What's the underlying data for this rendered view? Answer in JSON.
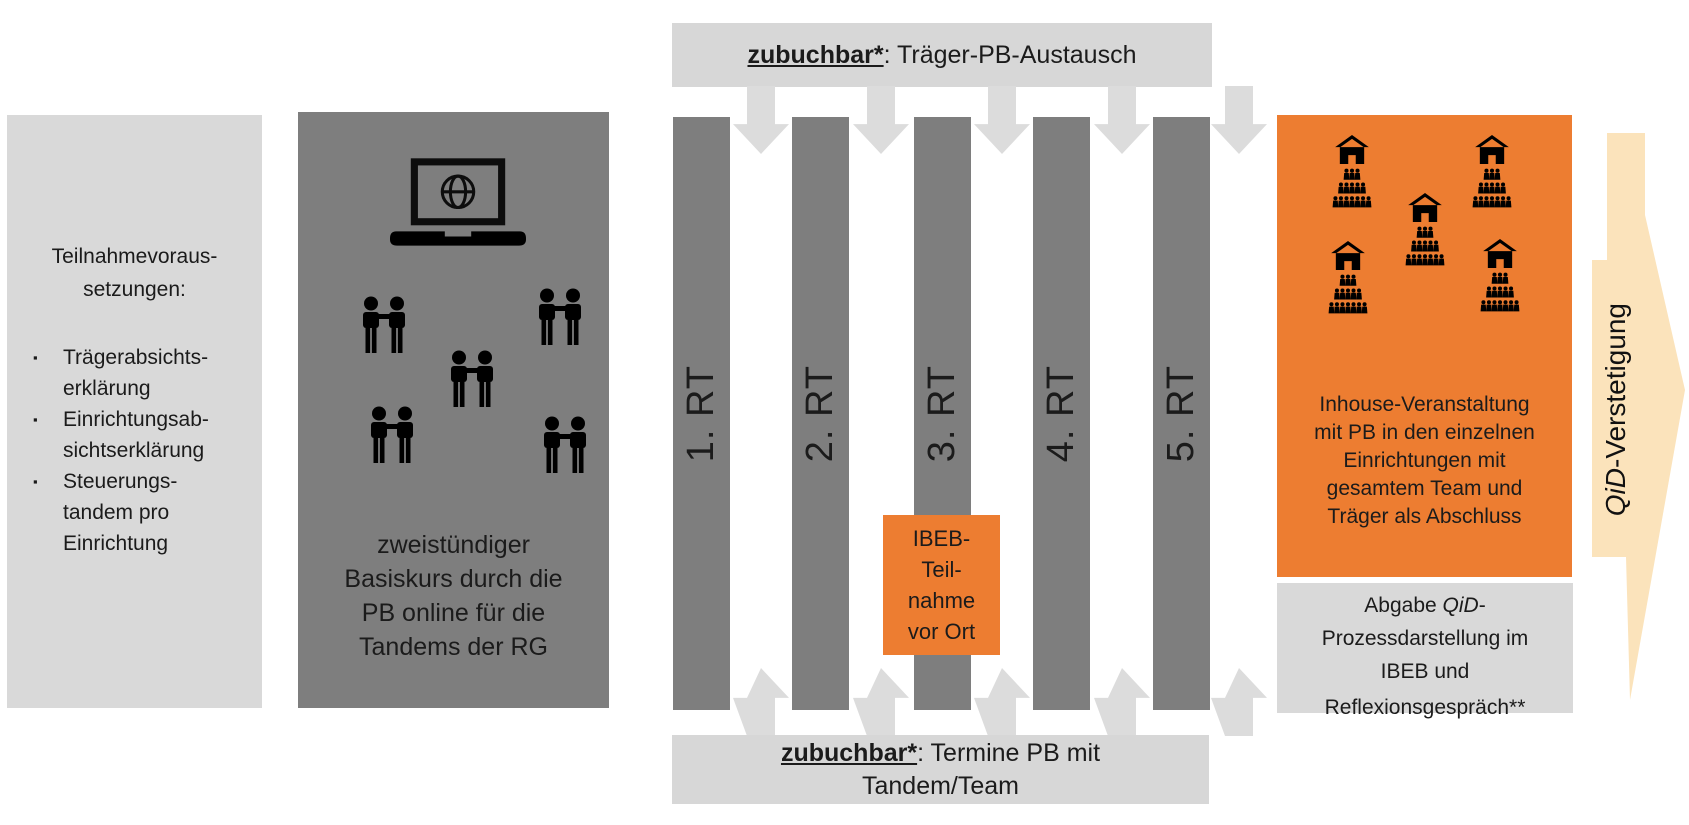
{
  "colors": {
    "orange": "#ED7D31",
    "dark_gray": "#7E7E7E",
    "light_gray": "#D9D9D9",
    "arrow_gray": "#DCDCDC",
    "cream_arrow": "#FBE3BB"
  },
  "left_panel": {
    "title": "Teilnahmevoraus-\nsetzungen:",
    "bullet_char": "▪",
    "items": [
      "Trägerabsichts-\nerklärung",
      "Einrichtungsab-\nsichtserklärung",
      "Steuerungs-\ntandem pro\nEinrichtung"
    ]
  },
  "basiskurs_panel": {
    "caption": "zweistündiger\nBasiskurs durch die\nPB online für die\nTandems der RG"
  },
  "rt_section": {
    "top_banner": {
      "highlight": "zubuchbar*",
      "rest": ": Träger-PB-Austausch"
    },
    "bars": [
      "1. RT",
      "2. RT",
      "3. RT",
      "4. RT",
      "5. RT"
    ],
    "ibeb_box": {
      "text": "IBEB-\nTeil-\nnahme\nvor Ort"
    },
    "bottom_banner": {
      "highlight": "zubuchbar*",
      "rest": ": Termine PB mit\nTandem/Team"
    }
  },
  "inhouse_panel": {
    "caption": "Inhouse-Veranstaltung\nmit PB in den einzelnen\nEinrichtungen mit\ngesamtem Team und\nTräger als Abschluss"
  },
  "abgabe_panel": {
    "prefix": "Abgabe ",
    "italic": "QiD",
    "suffix": "-\nProzessdarstellung im\nIBEB und",
    "line2": "Reflexionsgespräch**"
  },
  "qid_arrow": {
    "italic": "QiD",
    "rest": "-Verstetigung"
  }
}
